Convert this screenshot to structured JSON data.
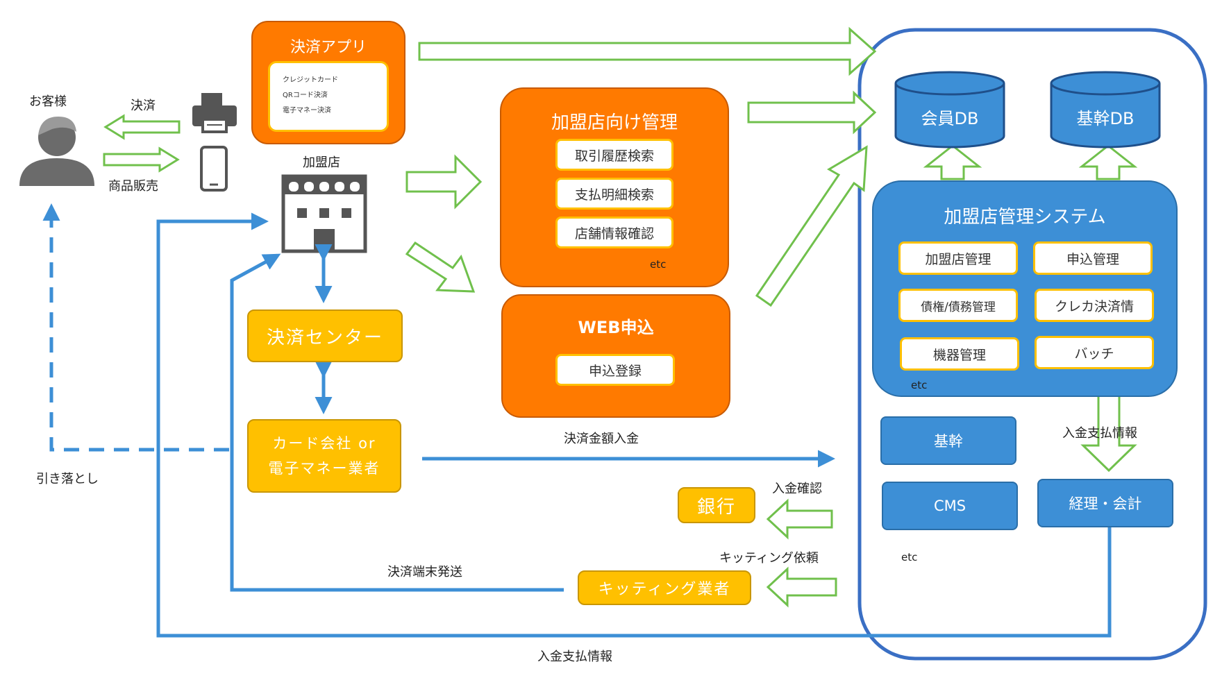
{
  "customer": {
    "label": "お客様"
  },
  "flows": {
    "payment": "決済",
    "product_sales": "商品販売",
    "withdrawal": "引き落とし",
    "settlement_deposit": "決済金額入金",
    "deposit_confirm": "入金確認",
    "kitting_request": "キッティング依頼",
    "terminal_shipping": "決済端末発送",
    "payment_info_bottom": "入金支払情報",
    "payment_info_right": "入金支払情報"
  },
  "merchant": {
    "label": "加盟店"
  },
  "payment_app": {
    "title": "決済アプリ",
    "items": [
      "クレジットカード",
      "QRコード決済",
      "電子マネー決済"
    ]
  },
  "merchant_mgmt": {
    "title": "加盟店向け管理",
    "items": [
      "取引履歴検索",
      "支払明細検索",
      "店舗情報確認"
    ],
    "etc": "etc"
  },
  "web_apply": {
    "title": "WEB申込",
    "items": [
      "申込登録"
    ]
  },
  "settlement_center": {
    "label": "決済センター"
  },
  "card_company": {
    "label": "カード会社 or 電子マネー業者"
  },
  "bank": {
    "label": "銀行"
  },
  "kitting": {
    "label": "キッティング業者"
  },
  "system": {
    "member_db": "会員DB",
    "core_db": "基幹DB",
    "mgmt_system": {
      "title": "加盟店管理システム",
      "items": [
        "加盟店管理",
        "申込管理",
        "債権/債務管理",
        "クレカ決済情",
        "機器管理",
        "バッチ"
      ],
      "etc": "etc"
    },
    "core": "基幹",
    "cms": "CMS",
    "accounting": "経理・会計",
    "etc": "etc"
  },
  "colors": {
    "orange": "#ff7a00",
    "yellow": "#ffc000",
    "blue": "#3d8fd6",
    "line_blue": "#3d8fd6",
    "arrow_green": "#70c04c"
  }
}
